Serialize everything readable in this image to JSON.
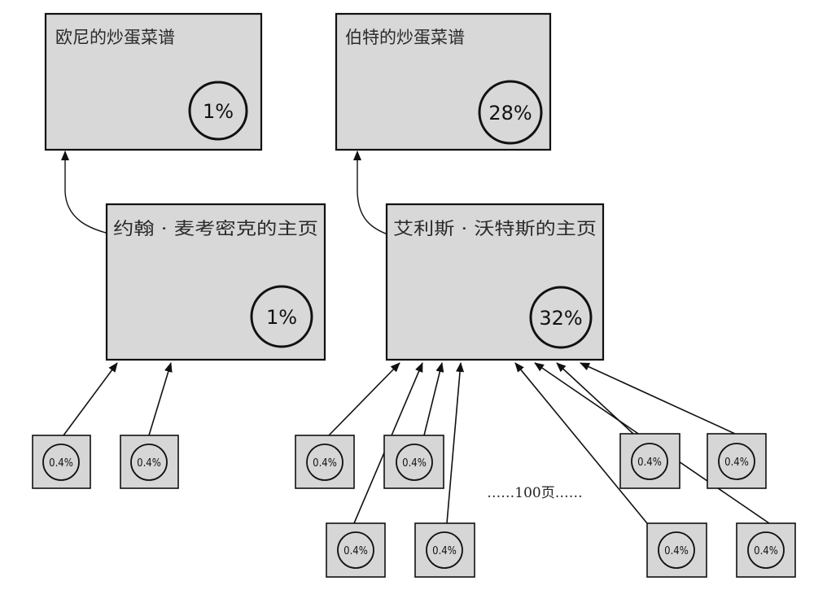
{
  "pages": {
    "ernie": {
      "title": "欧尼的炒蛋菜谱",
      "rank": "1%"
    },
    "bert": {
      "title": "伯特的炒蛋菜谱",
      "rank": "28%"
    },
    "john": {
      "title": "约翰 · 麦考密克的主页",
      "rank": "1%"
    },
    "alice": {
      "title": "艾利斯 · 沃特斯的主页",
      "rank": "32%"
    }
  },
  "small_pages": [
    {
      "rank": "0.4%"
    },
    {
      "rank": "0.4%"
    },
    {
      "rank": "0.4%"
    },
    {
      "rank": "0.4%"
    },
    {
      "rank": "0.4%"
    },
    {
      "rank": "0.4%"
    },
    {
      "rank": "0.4%"
    },
    {
      "rank": "0.4%"
    },
    {
      "rank": "0.4%"
    },
    {
      "rank": "0.4%"
    }
  ],
  "ellipsis_label": "……100页……",
  "colors": {
    "box_fill": "#d8d8d8",
    "stroke": "#111111"
  }
}
